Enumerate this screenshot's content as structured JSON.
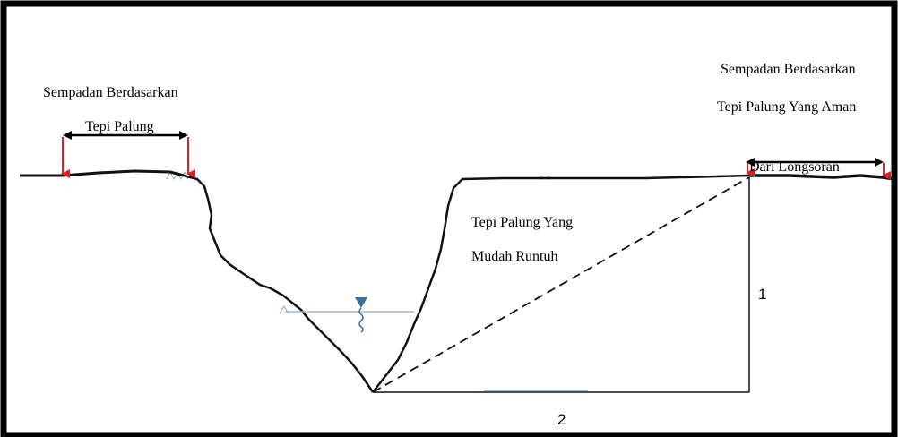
{
  "labels": {
    "left_line1": "Sempadan Berdasarkan",
    "left_line2": "Tepi Palung",
    "right_line1": "Sempadan Berdasarkan",
    "right_line2": "Tepi Palung Yang Aman",
    "right_line3": "Dari Longsoran",
    "unstable_line1": "Tepi Palung Yang",
    "unstable_line2": "Mudah Runtuh",
    "slope_vertical": "1",
    "slope_horizontal": "2"
  },
  "colors": {
    "frame": "#000000",
    "terrain": "#111111",
    "marker_arrow": "#e02020",
    "water": "#3a6ea5",
    "water_line": "#9fb7cf",
    "grass": "#8aa4c4",
    "background": "#ffffff"
  },
  "icons": {
    "water_level": "water-level-triangle-icon",
    "bank_marker": "red-down-arrow-icon",
    "span_arrow": "double-headed-arrow-icon"
  }
}
